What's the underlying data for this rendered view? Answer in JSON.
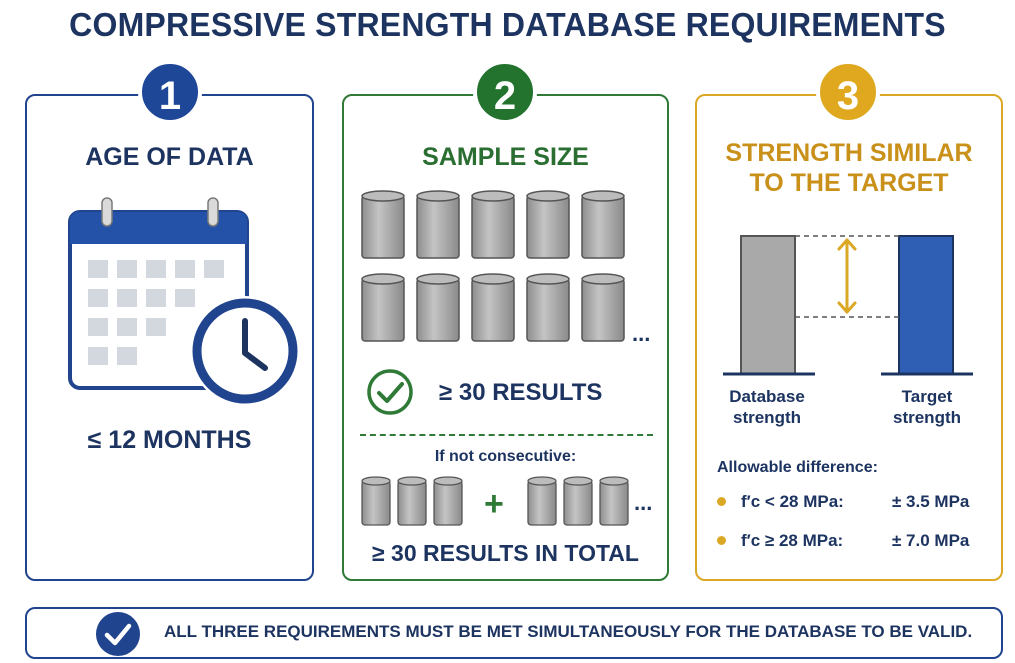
{
  "title": "COMPRESSIVE STRENGTH DATABASE REQUIREMENTS",
  "panels": [
    {
      "number": "1",
      "title": "AGE OF DATA",
      "icon": "calendar-clock-icon",
      "value": "≤ 12 MONTHS",
      "color": "#21448f"
    },
    {
      "number": "2",
      "title": "SAMPLE SIZE",
      "icon": "concrete-cylinders-icon",
      "results": "≥ 30 RESULTS",
      "ellipsis": "...",
      "divider_label": "If not consecutive:",
      "plus": "+",
      "results_total": "≥ 30 RESULTS IN TOTAL",
      "color": "#2e7a36"
    },
    {
      "number": "3",
      "title": "STRENGTH SIMILAR TO THE TARGET",
      "bars": [
        {
          "label_line1": "Database",
          "label_line2": "strength",
          "color": "#a9a9a9"
        },
        {
          "label_line1": "Target",
          "label_line2": "strength",
          "color": "#2f5fb5"
        }
      ],
      "allowable_label": "Allowable difference:",
      "conditions": [
        {
          "condition": "f′c < 28 MPa:",
          "value": "± 3.5 MPa"
        },
        {
          "condition": "f′c ≥ 28 MPa:",
          "value": "± 7.0 MPa"
        }
      ],
      "color": "#dba826"
    }
  ],
  "footer": {
    "icon": "check-circle-icon",
    "text": "ALL THREE REQUIREMENTS MUST BE MET SIMULTANEOUSLY FOR THE DATABASE TO BE VALID."
  }
}
